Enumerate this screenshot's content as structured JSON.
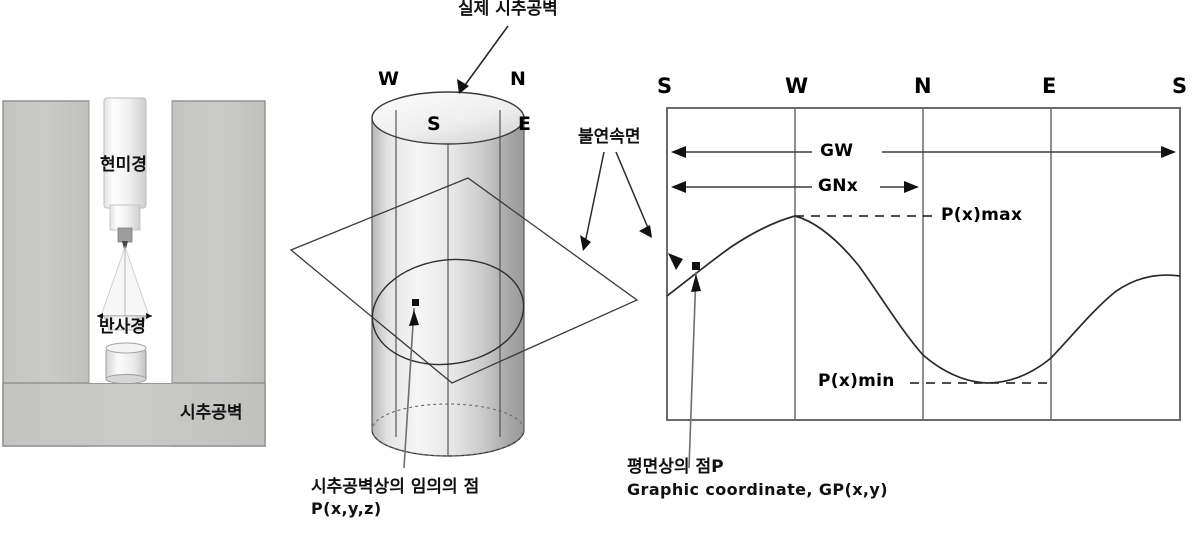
{
  "figure": {
    "title_label": "실제 시추공벽",
    "discontinuity_label": "불연속면"
  },
  "left_panel": {
    "name": "borehole-cross-section",
    "microscope_label": "현미경",
    "mirror_label": "반사경",
    "borehole_wall_label": "시추공벽",
    "rock_fill_color": "#c9c9c7",
    "borehole_fill_color": "#ffffff"
  },
  "cylinder_panel": {
    "name": "borehole-cylinder-3d",
    "compass_top_left": "W",
    "compass_top_right": "N",
    "compass_face_left": "S",
    "compass_face_right": "E",
    "point_caption_line1": "시추공벽상의 임의의 점",
    "point_caption_line2": "P(x,y,z)",
    "body_fill_light": "#f4f4f4",
    "body_fill_dark": "#9b9b9b"
  },
  "graph_panel": {
    "name": "unrolled-borehole-plot",
    "point_caption_line1": "평면상의 점P",
    "point_caption_line2": "Graphic coordinate, GP(x,y)",
    "gw_label": "GW",
    "gnx_label": "GNx",
    "pmax_label": "P(x)max",
    "pmin_label": "P(x)min"
  },
  "chart_data": {
    "type": "line",
    "title": "",
    "xlabel": "",
    "ylabel": "",
    "grid": true,
    "legend": "none",
    "axis_top_ticks": [
      "S",
      "W",
      "N",
      "E",
      "S"
    ],
    "axis_top_tick_positions": [
      0,
      90,
      180,
      270,
      360
    ],
    "xlim": [
      0,
      360
    ],
    "ylim": [
      0,
      1
    ],
    "series": [
      {
        "name": "discontinuity-trace",
        "comment": "sinusoid: amplitude peak at W (90deg), trough near 260deg",
        "x": [
          0,
          15,
          30,
          45,
          60,
          75,
          90,
          105,
          120,
          135,
          150,
          165,
          180,
          195,
          210,
          225,
          240,
          255,
          270,
          285,
          300,
          315,
          330,
          345,
          360
        ],
        "y": [
          0.6,
          0.66,
          0.715,
          0.765,
          0.805,
          0.83,
          0.84,
          0.833,
          0.81,
          0.775,
          0.73,
          0.675,
          0.615,
          0.55,
          0.485,
          0.43,
          0.385,
          0.358,
          0.35,
          0.362,
          0.395,
          0.445,
          0.505,
          0.565,
          0.62
        ]
      }
    ],
    "annotations": [
      {
        "label": "GW",
        "type": "double-arrow",
        "from_x": 0,
        "to_x": 360,
        "y": 0.905
      },
      {
        "label": "GNx",
        "type": "double-arrow",
        "from_x": 0,
        "to_x": 180,
        "y": 0.855
      },
      {
        "label": "P(x)max",
        "type": "dashed-line",
        "from_x": 90,
        "to_x": 195,
        "y": 0.84
      },
      {
        "label": "P(x)min",
        "type": "dashed-line",
        "from_x": 165,
        "to_x": 265,
        "y": 0.35
      },
      {
        "label": "GP-point",
        "type": "marker",
        "x": 11,
        "y": 0.575
      }
    ]
  }
}
